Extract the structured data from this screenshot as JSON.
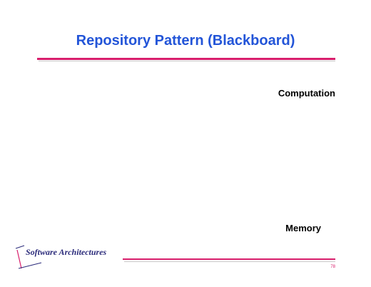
{
  "slide": {
    "title": "Repository Pattern (Blackboard)",
    "labels": {
      "computation": "Computation",
      "memory": "Memory"
    },
    "footer": {
      "logo_text": "Software Architectures",
      "page_number": "78"
    }
  },
  "colors": {
    "title": "#2355d8",
    "accent": "#d81e6c",
    "shadow": "#c9c9c9",
    "logo_text": "#2a2a7a"
  }
}
